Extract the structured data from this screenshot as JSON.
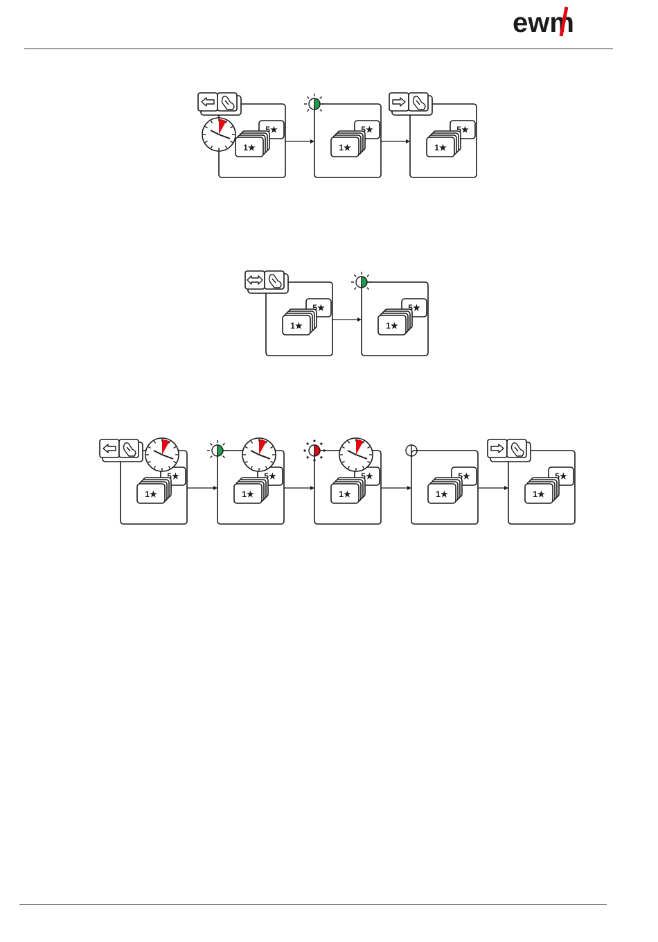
{
  "header": {
    "logo_text": "ewm",
    "logo_slash_color": "#e30613"
  },
  "colors": {
    "line": "#1a1a1a",
    "led_green": "#1e9e4a",
    "led_red": "#e30613",
    "clock_marker": "#e30613"
  },
  "stamps": {
    "top_label": "5★",
    "bottom_label": "1★"
  },
  "diagrams": [
    {
      "name": "sequence-1",
      "steps": [
        {
          "icon": "left-arrow-press-icon",
          "clock": true
        },
        {
          "icon": "led-green-half-icon",
          "clock": false
        },
        {
          "icon": "right-arrow-press-icon",
          "clock": false
        }
      ]
    },
    {
      "name": "sequence-2",
      "steps": [
        {
          "icon": "double-arrow-press-icon",
          "clock": false
        },
        {
          "icon": "led-green-half-icon",
          "clock": false
        }
      ]
    },
    {
      "name": "sequence-3",
      "steps": [
        {
          "icon": "left-arrow-press-icon",
          "clock": true
        },
        {
          "icon": "led-green-half-icon",
          "clock": true
        },
        {
          "icon": "led-red-half-icon",
          "clock": true
        },
        {
          "icon": "led-off-icon",
          "clock": false
        },
        {
          "icon": "right-arrow-press-icon",
          "clock": false
        }
      ]
    }
  ]
}
